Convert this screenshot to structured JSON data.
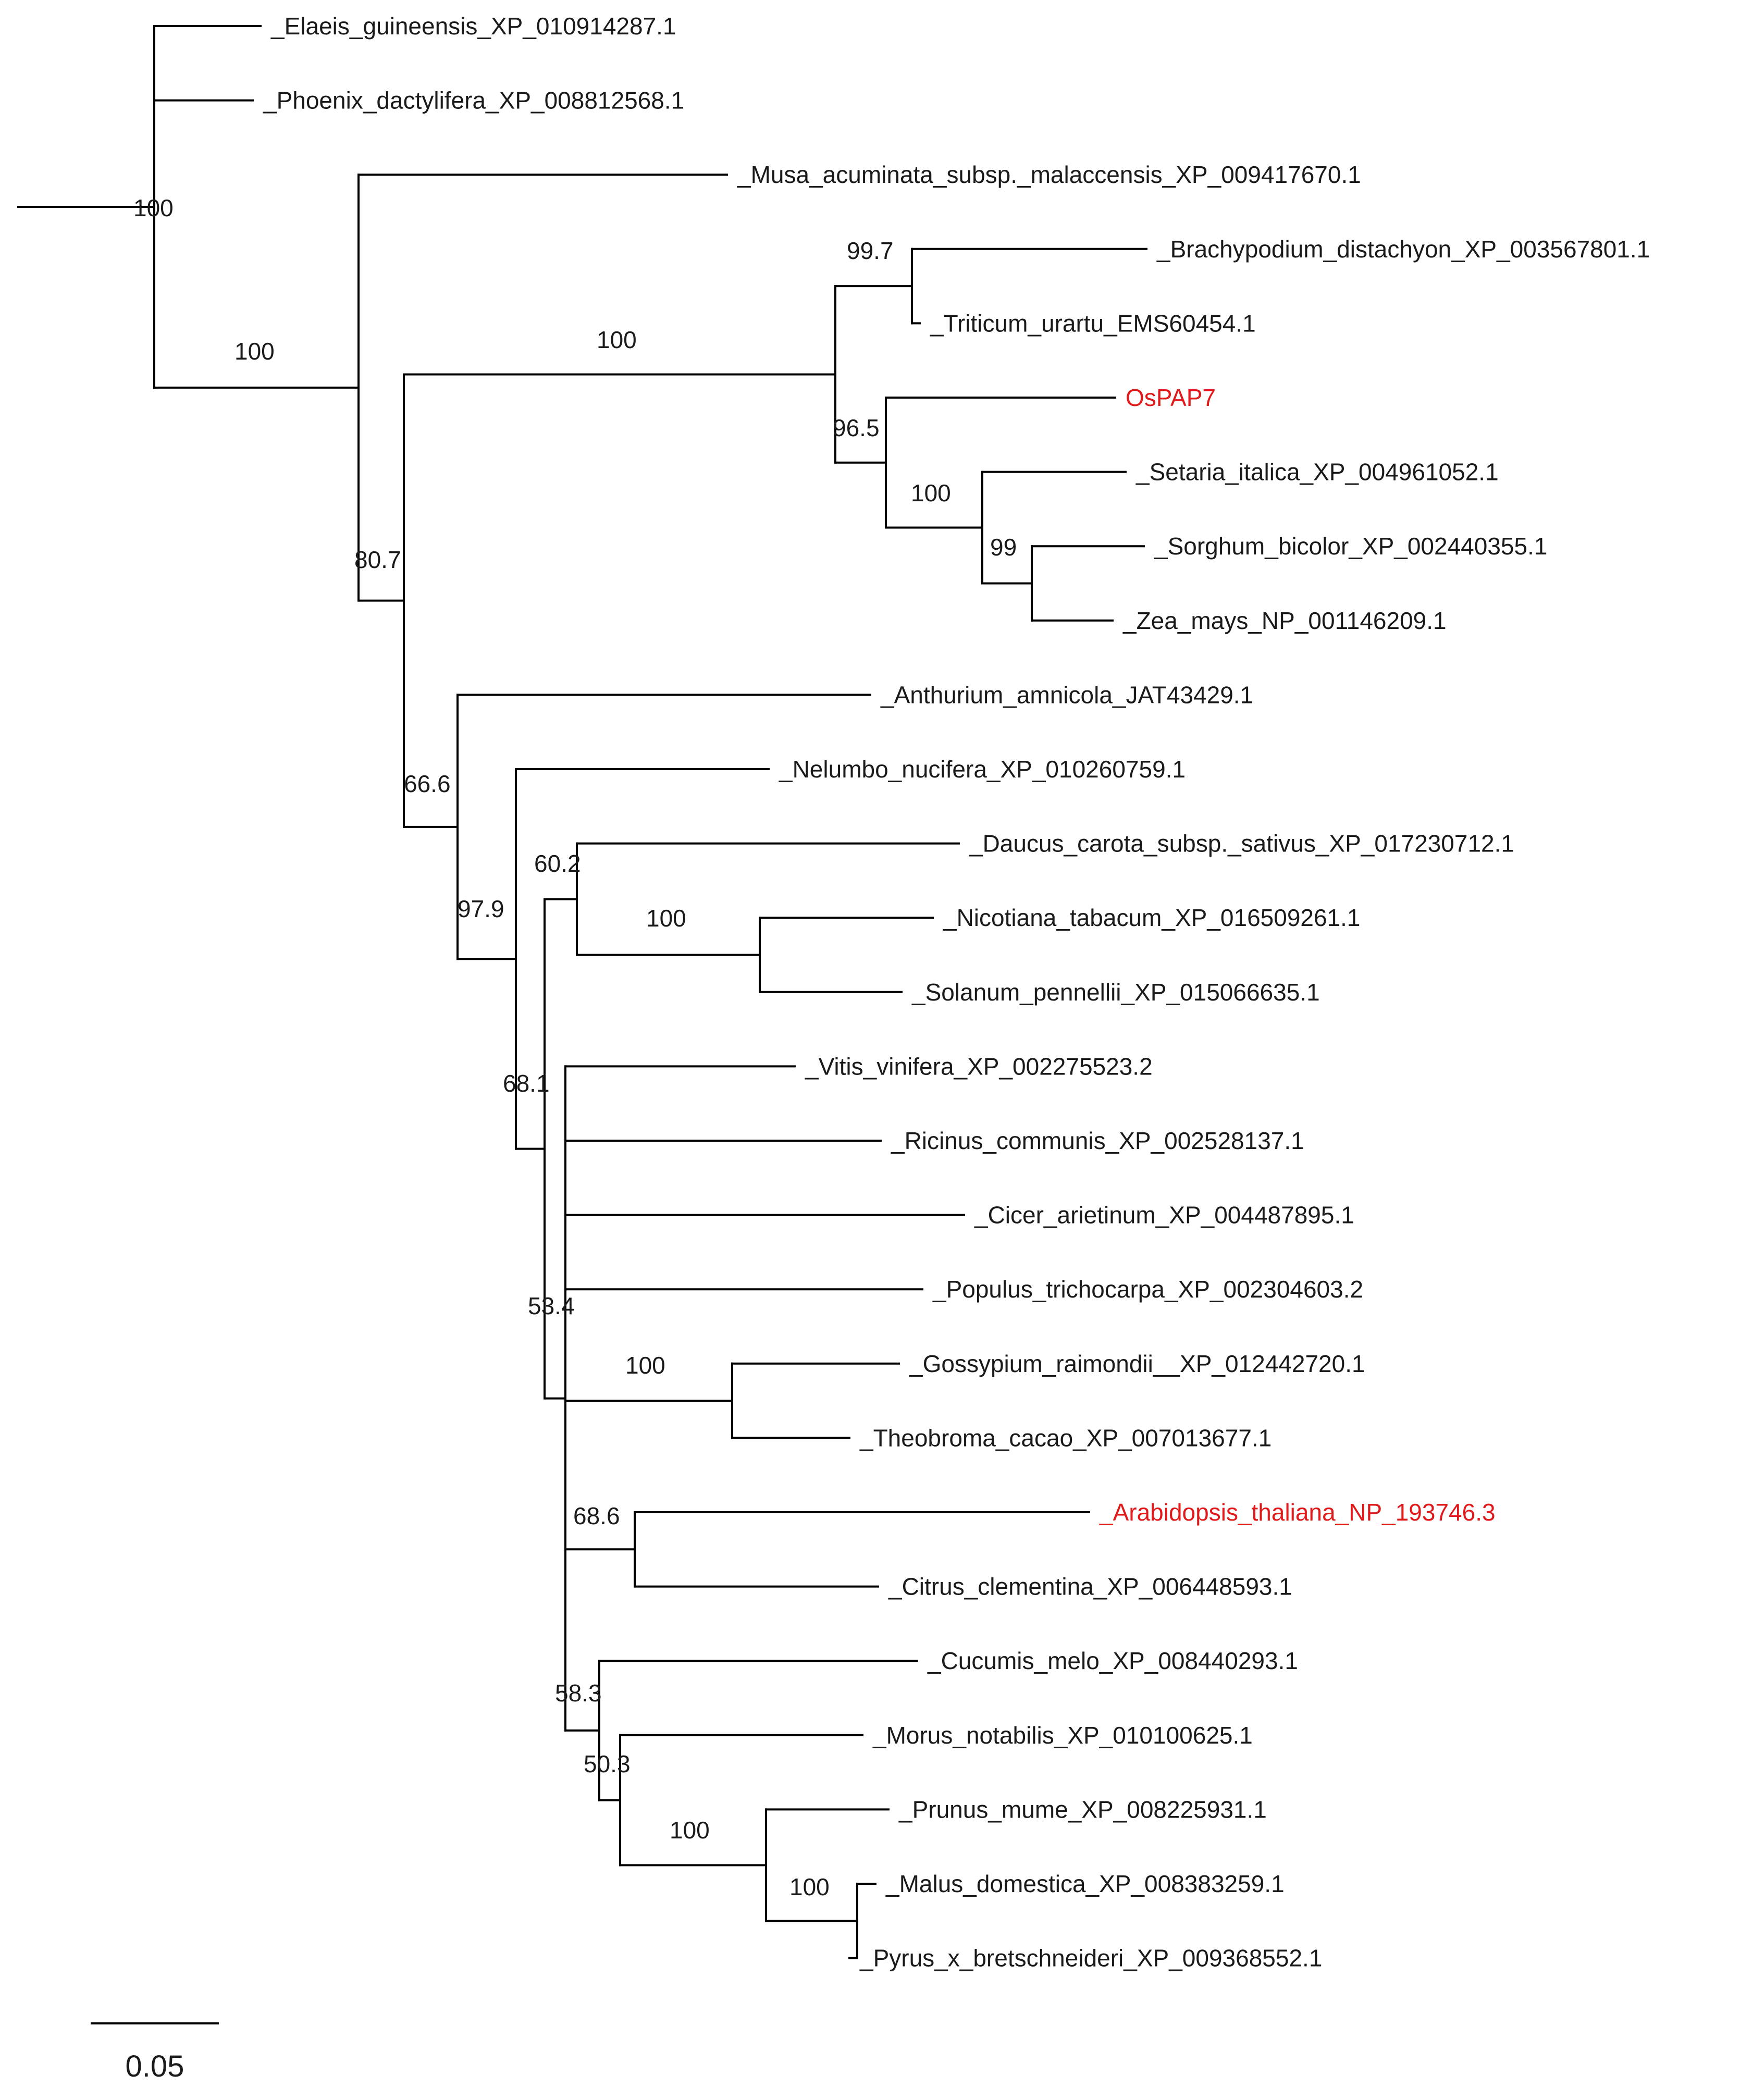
{
  "colors": {
    "line": "#000000",
    "text": "#1a1a1a",
    "highlight": "#e0191b"
  },
  "taxa": [
    {
      "id": "elaeis",
      "label": "_Elaeis_guineensis_XP_010914287.1"
    },
    {
      "id": "phoenix",
      "label": "_Phoenix_dactylifera_XP_008812568.1"
    },
    {
      "id": "musa",
      "label": "_Musa_acuminata_subsp._malaccensis_XP_009417670.1"
    },
    {
      "id": "brachypodium",
      "label": "_Brachypodium_distachyon_XP_003567801.1"
    },
    {
      "id": "triticum",
      "label": "_Triticum_urartu_EMS60454.1"
    },
    {
      "id": "ospap7",
      "label": "OsPAP7",
      "highlight": true
    },
    {
      "id": "setaria",
      "label": "_Setaria_italica_XP_004961052.1"
    },
    {
      "id": "sorghum",
      "label": "_Sorghum_bicolor_XP_002440355.1"
    },
    {
      "id": "zea",
      "label": "_Zea_mays_NP_001146209.1"
    },
    {
      "id": "anthurium",
      "label": "_Anthurium_amnicola_JAT43429.1"
    },
    {
      "id": "nelumbo",
      "label": "_Nelumbo_nucifera_XP_010260759.1"
    },
    {
      "id": "daucus",
      "label": "_Daucus_carota_subsp._sativus_XP_017230712.1"
    },
    {
      "id": "nicotiana",
      "label": "_Nicotiana_tabacum_XP_016509261.1"
    },
    {
      "id": "solanum",
      "label": "_Solanum_pennellii_XP_015066635.1"
    },
    {
      "id": "vitis",
      "label": "_Vitis_vinifera_XP_002275523.2"
    },
    {
      "id": "ricinus",
      "label": "_Ricinus_communis_XP_002528137.1"
    },
    {
      "id": "cicer",
      "label": "_Cicer_arietinum_XP_004487895.1"
    },
    {
      "id": "populus",
      "label": "_Populus_trichocarpa_XP_002304603.2"
    },
    {
      "id": "gossypium",
      "label": "_Gossypium_raimondii__XP_012442720.1"
    },
    {
      "id": "theobroma",
      "label": "_Theobroma_cacao_XP_007013677.1"
    },
    {
      "id": "arabidopsis",
      "label": "_Arabidopsis_thaliana_NP_193746.3",
      "highlight": true
    },
    {
      "id": "citrus",
      "label": "_Citrus_clementina_XP_006448593.1"
    },
    {
      "id": "cucumis",
      "label": "_Cucumis_melo_XP_008440293.1"
    },
    {
      "id": "morus",
      "label": "_Morus_notabilis_XP_010100625.1"
    },
    {
      "id": "prunus",
      "label": "_Prunus_mume_XP_008225931.1"
    },
    {
      "id": "malus",
      "label": "_Malus_domestica_XP_008383259.1"
    },
    {
      "id": "pyrus",
      "label": "_Pyrus_x_bretschneideri_XP_009368552.1"
    }
  ],
  "support_values": [
    {
      "id": "root",
      "label": "100"
    },
    {
      "id": "nonpalm",
      "label": "100"
    },
    {
      "id": "grasses",
      "label": "100"
    },
    {
      "id": "brachy_tri",
      "label": "99.7"
    },
    {
      "id": "os_panicoid",
      "label": "96.5"
    },
    {
      "id": "panicoid",
      "label": "100"
    },
    {
      "id": "sorg_zea",
      "label": "99"
    },
    {
      "id": "grass_rest",
      "label": "80.7"
    },
    {
      "id": "rest",
      "label": "66.6"
    },
    {
      "id": "dicots_n",
      "label": "97.9"
    },
    {
      "id": "dicots",
      "label": "68.1"
    },
    {
      "id": "asterids",
      "label": "60.2"
    },
    {
      "id": "solanaceae",
      "label": "100"
    },
    {
      "id": "rosids",
      "label": "53.4"
    },
    {
      "id": "malvales",
      "label": "100"
    },
    {
      "id": "ara_cit",
      "label": "68.6"
    },
    {
      "id": "rosales",
      "label": "58.3"
    },
    {
      "id": "mor_ros",
      "label": "50.3"
    },
    {
      "id": "rosaceae",
      "label": "100"
    },
    {
      "id": "malinae",
      "label": "100"
    }
  ],
  "scale_bar": {
    "label": "0.05"
  }
}
